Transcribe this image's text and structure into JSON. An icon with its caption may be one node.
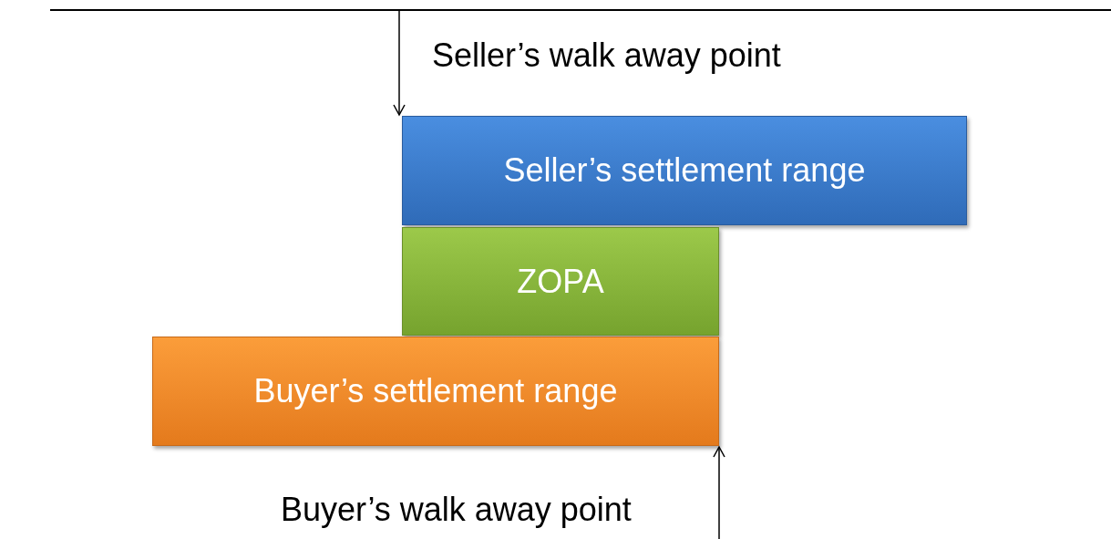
{
  "diagram": {
    "nodes": [
      {
        "text": [
          "Seller’s settlement range"
        ]
      },
      {
        "text": [
          "ZOPA"
        ]
      },
      {
        "text": [
          "Buyer’s settlement range"
        ]
      }
    ],
    "edges": [
      {
        "from": null,
        "to": 0,
        "arrow": "to"
      },
      {
        "from": null,
        "to": 2,
        "arrow": "to"
      }
    ],
    "labels": [
      "Seller’s walk away point",
      "Buyer’s walk away point"
    ]
  }
}
